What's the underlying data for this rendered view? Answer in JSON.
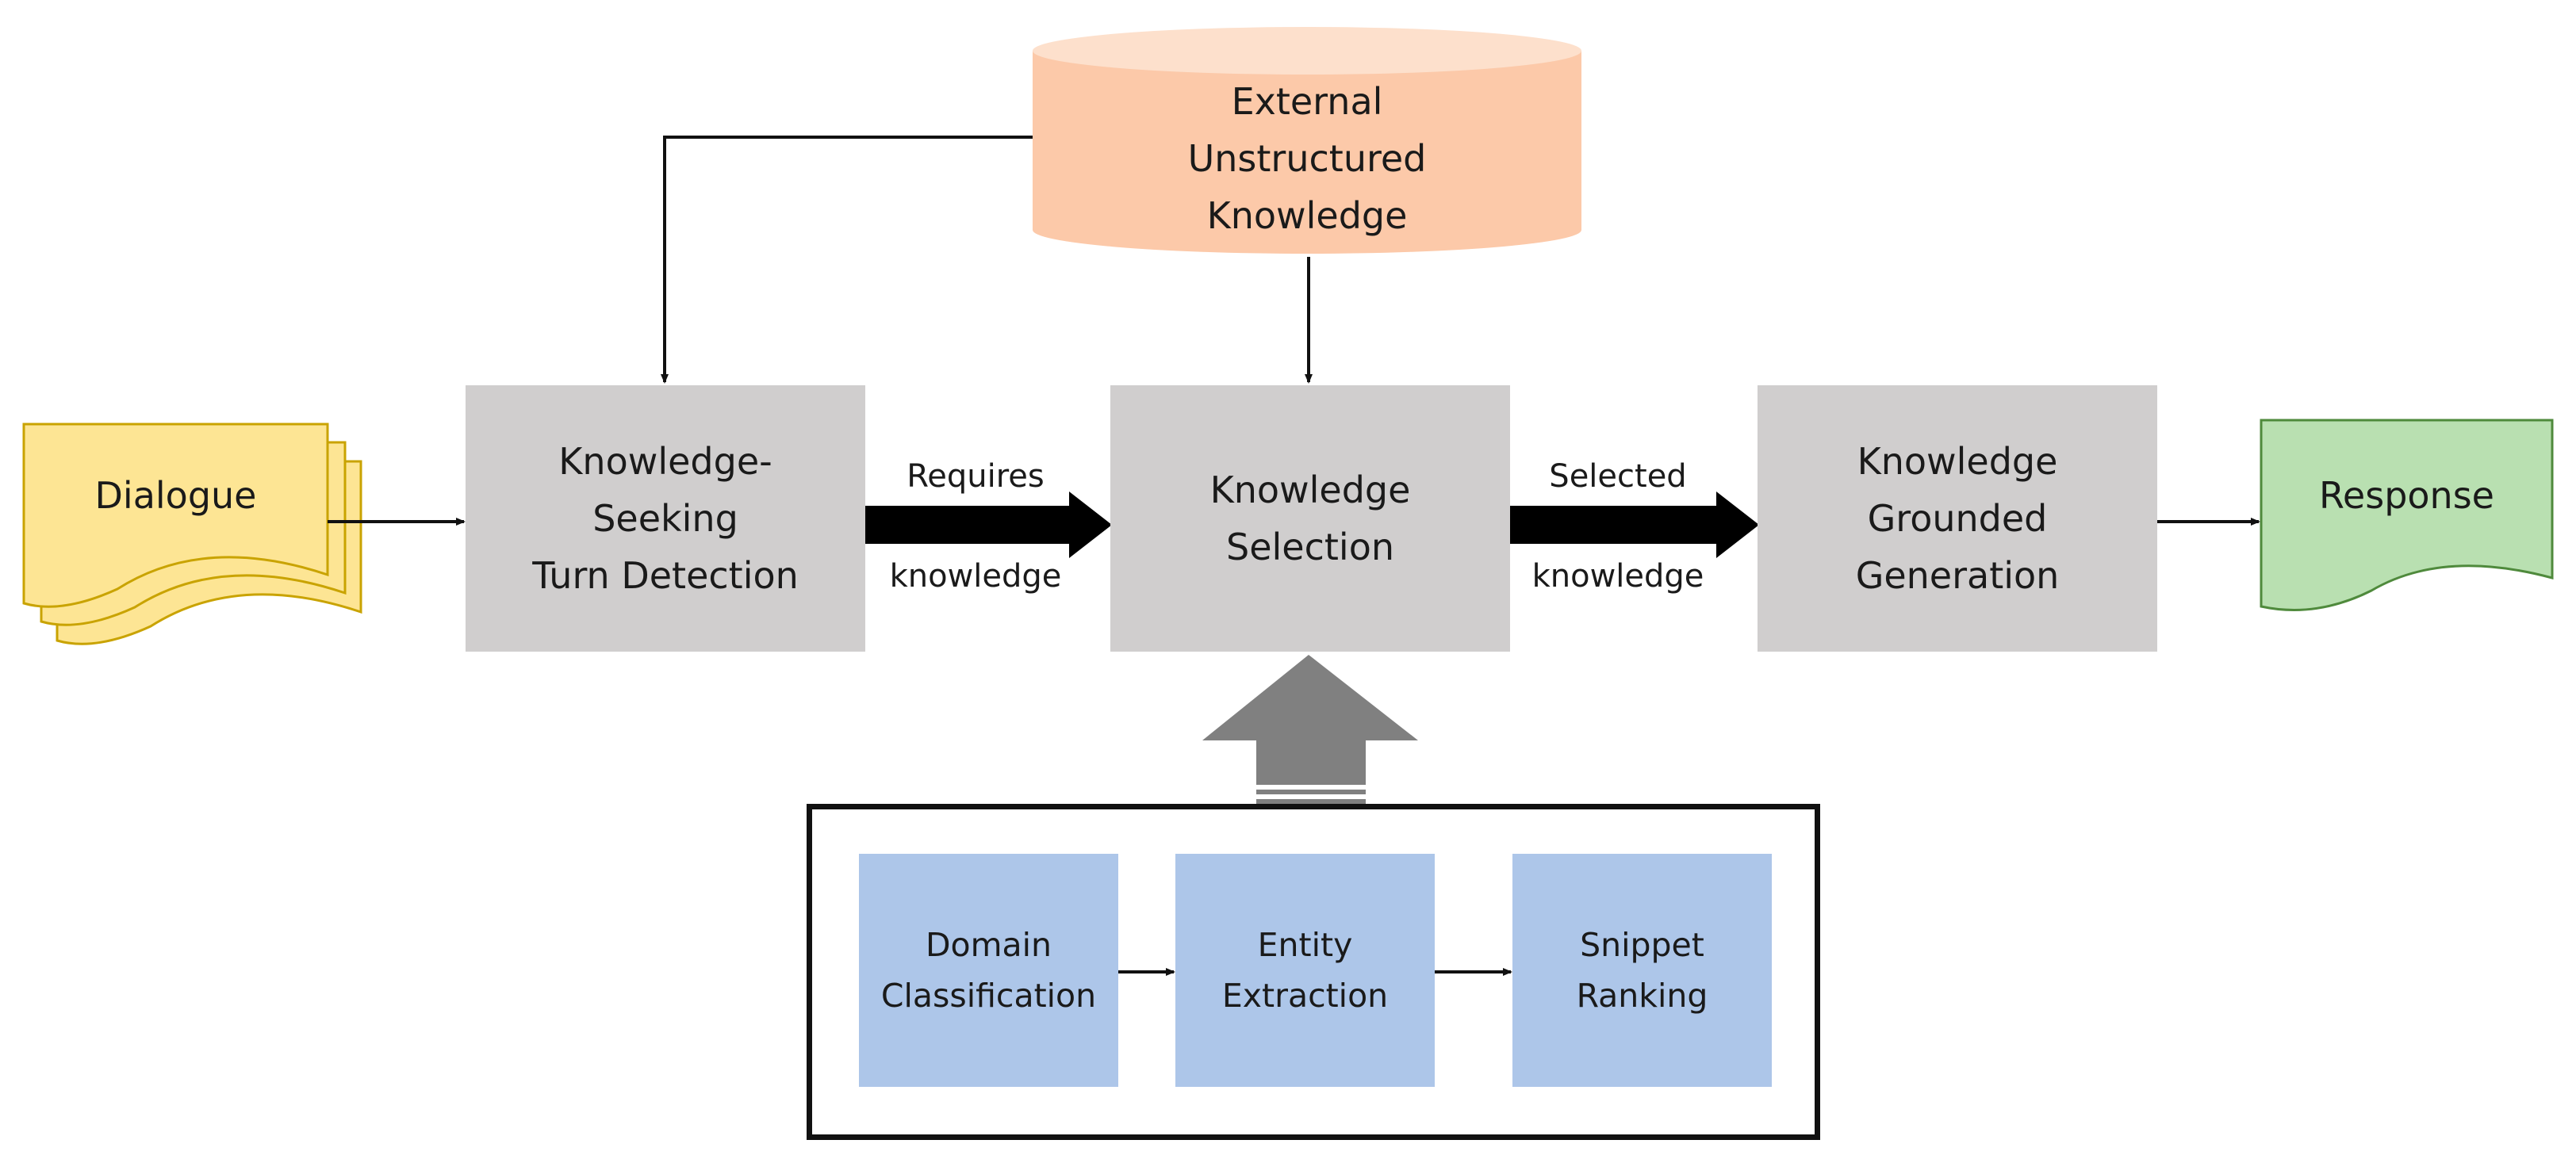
{
  "source": {
    "label": "External Unstructured Knowledge"
  },
  "input": {
    "label": "Dialogue"
  },
  "output": {
    "label": "Response"
  },
  "stages": {
    "detection": "Knowledge-\nSeeking\nTurn Detection",
    "selection": "Knowledge\nSelection",
    "generation": "Knowledge\nGrounded\nGeneration"
  },
  "edge_labels": {
    "requires_top": "Requires",
    "requires_bottom": "knowledge",
    "selected_top": "Selected",
    "selected_bottom": "knowledge"
  },
  "subpipeline": [
    {
      "label": "Domain\nClassification"
    },
    {
      "label": "Entity\nExtraction"
    },
    {
      "label": "Snippet\nRanking"
    }
  ],
  "colors": {
    "stage_fill": "#d0cece",
    "knowledge_fill": "#fcc9a9",
    "dialogue_fill": "#fde594",
    "response_fill": "#b9e0b1",
    "sub_fill": "#adc6e9",
    "up_arrow_fill": "#808080"
  }
}
